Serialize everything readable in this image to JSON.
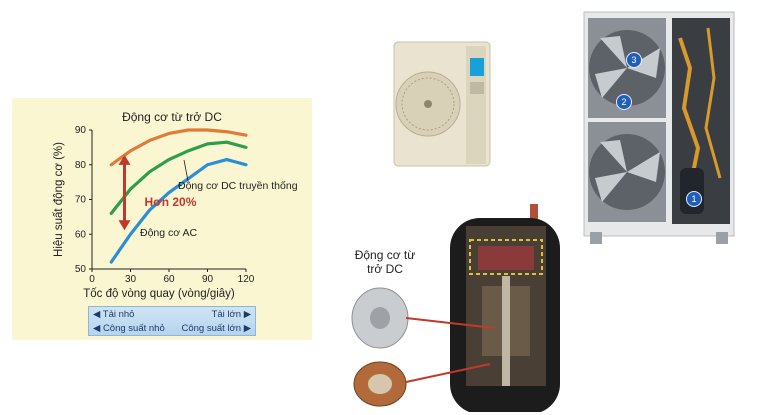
{
  "chart_data": {
    "type": "line",
    "xlabel": "Tốc độ vòng quay (vòng/giây)",
    "ylabel": "Hiệu suất động cơ (%)",
    "xlim": [
      0,
      120
    ],
    "ylim": [
      50,
      90
    ],
    "x_ticks": [
      "0",
      "30",
      "60",
      "90",
      "120"
    ],
    "y_ticks": [
      "50",
      "60",
      "70",
      "80",
      "90"
    ],
    "series": [
      {
        "name": "Động cơ từ trở DC",
        "color": "#e07b39",
        "x": [
          15,
          30,
          45,
          60,
          75,
          90,
          105,
          120
        ],
        "y": [
          80,
          84,
          87,
          89,
          90,
          90,
          89.5,
          88.5
        ]
      },
      {
        "name": "Động cơ DC truyền thống",
        "color": "#2e9e4a",
        "x": [
          15,
          30,
          45,
          60,
          75,
          90,
          105,
          120
        ],
        "y": [
          66,
          73,
          78,
          81.5,
          84,
          86,
          86.5,
          85
        ]
      },
      {
        "name": "Động cơ AC",
        "color": "#2a8fd6",
        "x": [
          15,
          30,
          45,
          60,
          75,
          90,
          105,
          120
        ],
        "y": [
          52,
          60,
          67,
          72,
          76,
          80,
          81.5,
          80
        ]
      }
    ],
    "annotation": {
      "text": "Hơn 20%",
      "color": "#c0392b",
      "x": 30
    }
  },
  "load_bar": {
    "left_top": "◀ Tải nhỏ",
    "left_bottom": "◀ Công suất nhỏ",
    "right_top": "Tải lớn ▶",
    "right_bottom": "Công suất lớn ▶"
  },
  "motor_label": "Động cơ từ trở DC",
  "badges": [
    "3",
    "2",
    "1"
  ]
}
